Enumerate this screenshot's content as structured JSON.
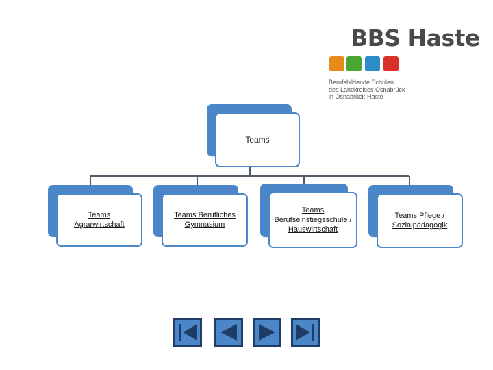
{
  "logo": {
    "title": "BBS Haste",
    "colors": [
      "#e98a1c",
      "#4aa632",
      "#2c8dc9",
      "#d9302a"
    ],
    "subtitle_lines": [
      "Berufsbildende Schulen",
      "des Landkreises Osnabrück",
      "in Osnabrück-Haste"
    ]
  },
  "org_chart": {
    "root": {
      "label": "Teams"
    },
    "children": [
      {
        "label": "Teams Agrarwirtschaft"
      },
      {
        "label": "Teams Berufliches Gymnasium"
      },
      {
        "label": "Teams Berufseinstiegsschule / Hauswirtschaft"
      },
      {
        "label": "Teams Pflege / Sozialpädagogik"
      }
    ],
    "colors": {
      "accent": "#4a86c8",
      "fill": "#e9f0f9",
      "line": "#4f5b66"
    }
  },
  "navigation": {
    "buttons": [
      {
        "icon": "first-slide-icon"
      },
      {
        "icon": "previous-slide-icon"
      },
      {
        "icon": "next-slide-icon"
      },
      {
        "icon": "last-slide-icon"
      }
    ],
    "colors": {
      "fill": "#4a86c8",
      "border": "#1d3d66",
      "glyph": "#1d3d66"
    }
  }
}
